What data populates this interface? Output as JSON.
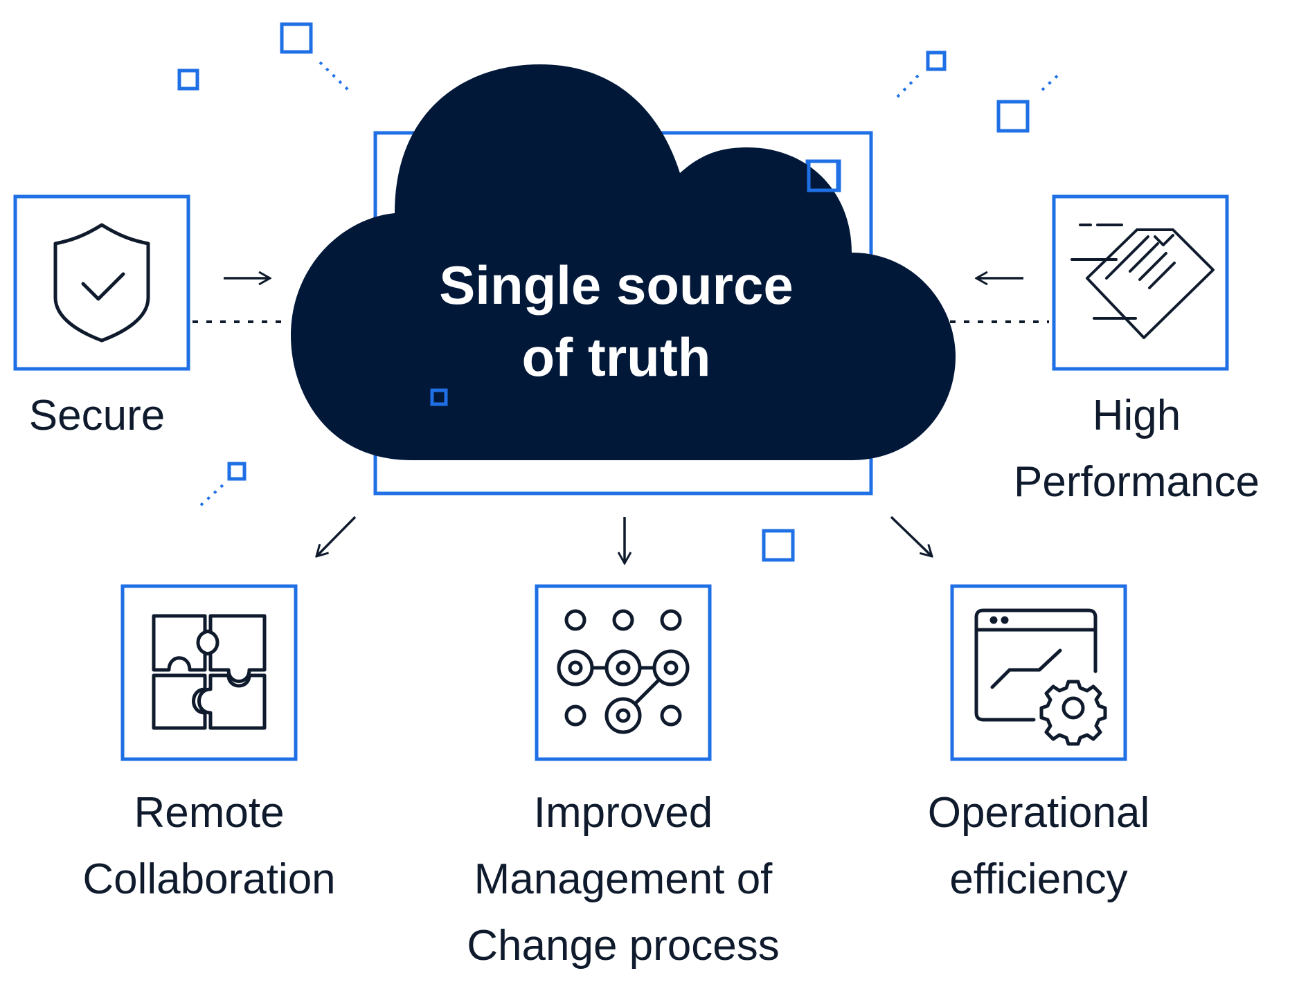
{
  "center": {
    "title": "Single source\nof truth"
  },
  "nodes": {
    "secure": {
      "label": "Secure",
      "icon": "shield-check-icon"
    },
    "high_performance": {
      "label": "High\nPerformance",
      "icon": "document-stack-icon"
    },
    "remote_collaboration": {
      "label": "Remote\nCollaboration",
      "icon": "puzzle-icon"
    },
    "improved_moc": {
      "label": "Improved\nManagement of\nChange process",
      "icon": "node-network-icon"
    },
    "operational_efficiency": {
      "label": "Operational\nefficiency",
      "icon": "browser-gear-icon"
    }
  },
  "colors": {
    "accent": "#1f6fe5",
    "navy": "#021839",
    "text": "#0f1b2d"
  }
}
